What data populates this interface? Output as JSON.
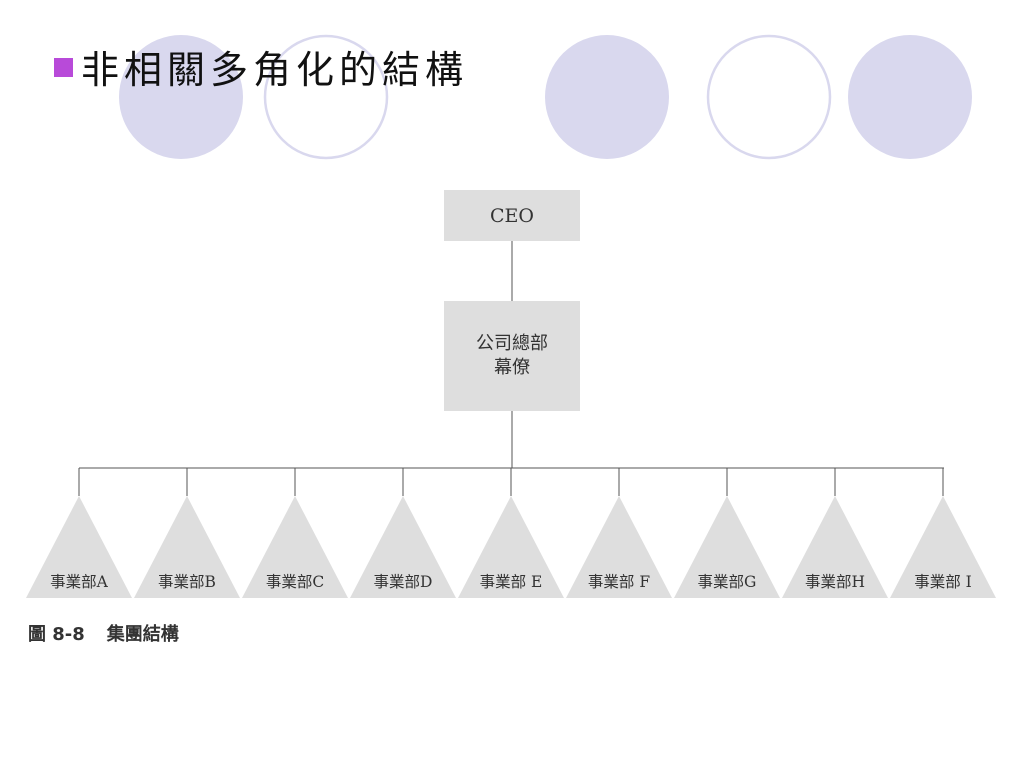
{
  "slide": {
    "title": "非相關多角化的結構",
    "bullet_color": "#b84ad9",
    "decor_fill": "#d9d8ee",
    "decor_stroke": "#d9d8ee"
  },
  "org_chart": {
    "ceo": "CEO",
    "staff": {
      "line1": "公司總部",
      "line2": "幕僚"
    },
    "divisions": [
      "事業部A",
      "事業部B",
      "事業部C",
      "事業部D",
      "事業部 E",
      "事業部 F",
      "事業部G",
      "事業部H",
      "事業部 I"
    ],
    "box_color": "#dedede",
    "line_color": "#555555"
  },
  "caption": {
    "number": "圖 8-8",
    "text": "集團結構"
  }
}
